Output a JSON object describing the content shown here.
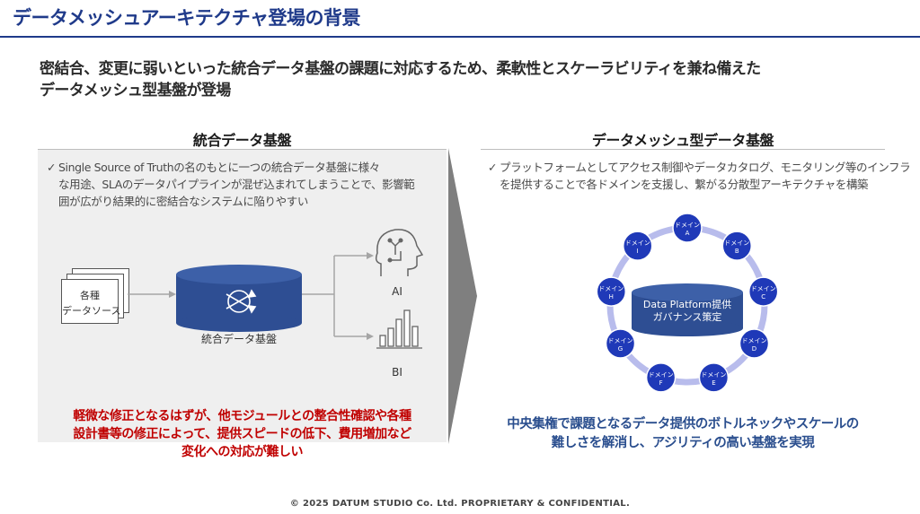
{
  "title": "データメッシュアーキテクチャ登場の背景",
  "subtitle": {
    "line1": "密結合、変更に弱いといった統合データ基盤の課題に対応するため、柔軟性とスケーラビリティを兼ね備えた",
    "line2": "データメッシュ型基盤が登場"
  },
  "left": {
    "heading": "統合データ基盤",
    "bullet_mark": "✓",
    "bullet_lines": [
      "Single Source of Truthの名のもとに一つの統合データ基盤に様々",
      "な用途、SLAのデータパイプラインが混ぜ込まれてしまうことで、影響範",
      "囲が広がり結果的に密結合なシステムに陥りやすい"
    ],
    "source_label_1": "各種",
    "source_label_2": "データソース",
    "db_label": "統合データ基盤",
    "ai_label": "AI",
    "bi_label": "BI",
    "note_lines": [
      "軽微な修正となるはずが、他モジュールとの整合性確認や各種",
      "設計書等の修正によって、提供スピードの低下、費用増加など",
      "変化への対応が難しい"
    ]
  },
  "right": {
    "heading": "データメッシュ型データ基盤",
    "bullet_mark": "✓",
    "bullet_lines": [
      "プラットフォームとしてアクセス制御やデータカタログ、モニタリング等のインフラ",
      "を提供することで各ドメインを支援し、繋がる分散型アーキテクチャを構築"
    ],
    "center_line1": "Data Platform提供",
    "center_line2": "ガバナンス策定",
    "domain_word": "ドメイン",
    "domains": [
      "A",
      "B",
      "C",
      "D",
      "E",
      "F",
      "G",
      "H",
      "I"
    ],
    "note_lines": [
      "中央集権で課題となるデータ提供のボトルネックやスケールの",
      "難しさを解消し、アジリティの高い基盤を実現"
    ]
  },
  "footer": "© 2025 DATUM STUDIO Co. Ltd. PROPRIETARY & CONFIDENTIAL.",
  "colors": {
    "primary_blue": "#1f3a8a",
    "node_blue": "#1f39b8",
    "ring": "#b8bcec",
    "db_blue": "#2e4e93",
    "alert_red": "#c00000",
    "text_blue": "#2a4e8e",
    "panel_gray": "#efefef",
    "chevron_gray": "#7f7f7f"
  }
}
